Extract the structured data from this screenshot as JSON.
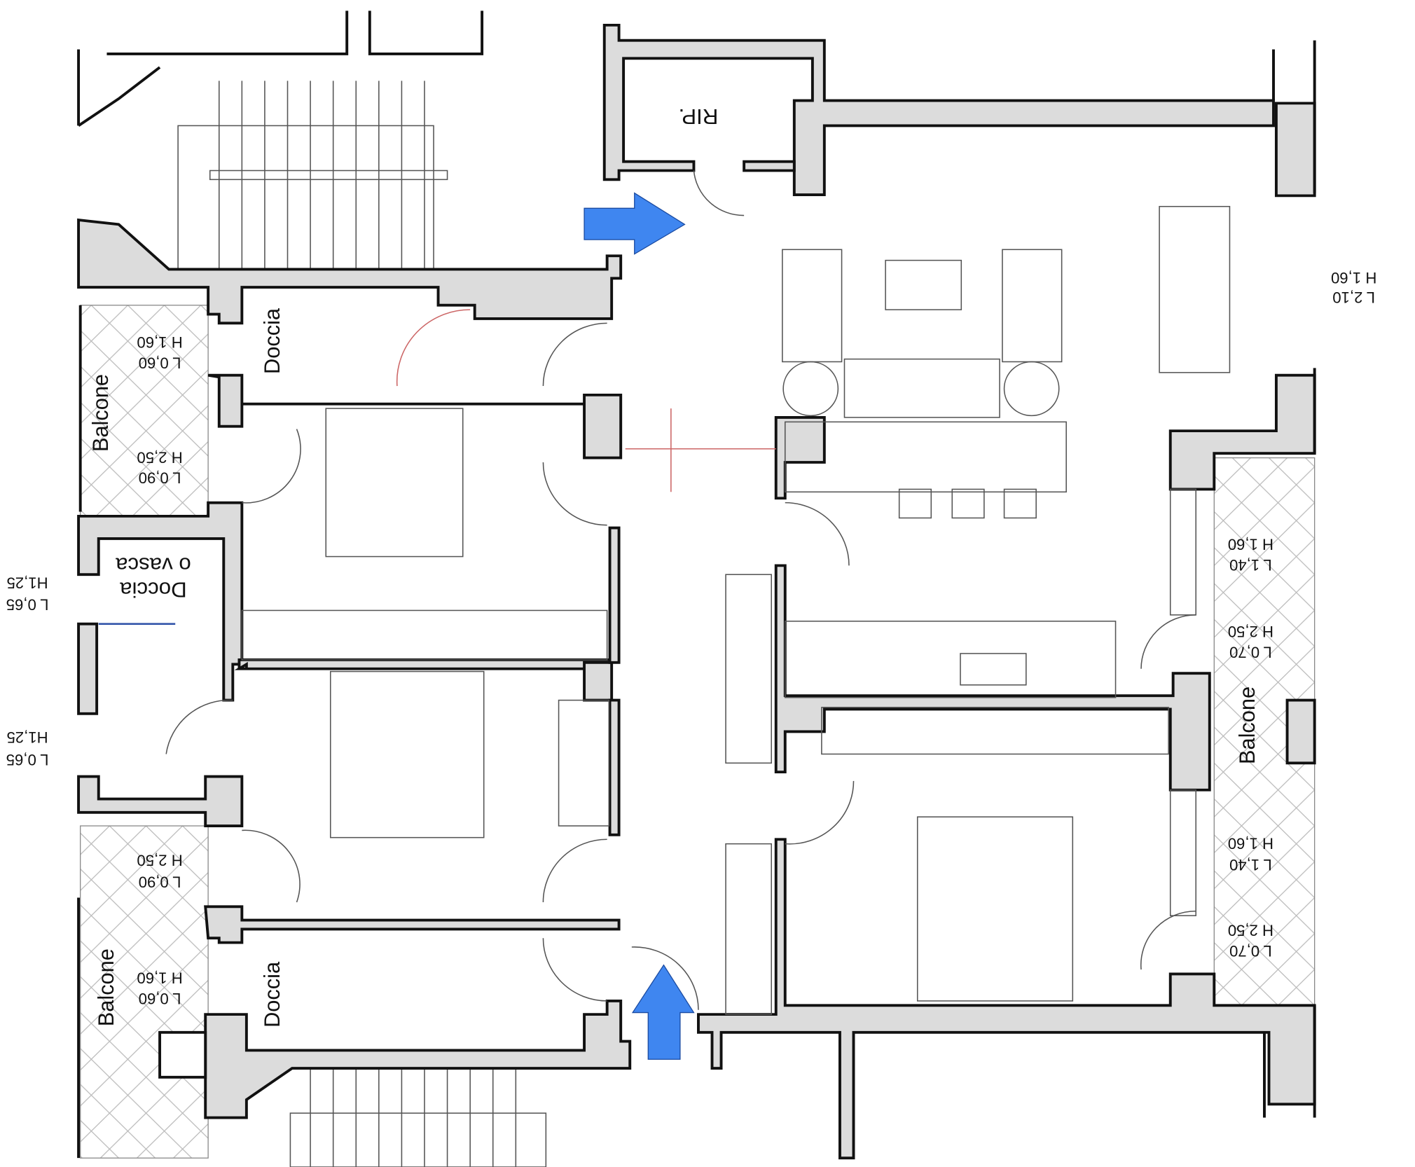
{
  "rooms": {
    "storage": "RIP.",
    "shower_top": "Doccia",
    "shower_bottom": "Doccia",
    "shower_or_tub_line1": "Doccia",
    "shower_or_tub_line2": "o vasca",
    "balcony_left_top": "Balcone",
    "balcony_left_bottom": "Balcone",
    "balcony_right": "Balcone"
  },
  "dimensions": [
    {
      "h": "H 1,60",
      "l": "L 0,60"
    },
    {
      "h": "H 2,50",
      "l": "L 0,90"
    },
    {
      "h": "H1,25",
      "l": "L 0,65"
    },
    {
      "h": "H1,25",
      "l": "L 0,65"
    },
    {
      "h": "H 2,50",
      "l": "L 0,90"
    },
    {
      "h": "H 1,60",
      "l": "L 0,60"
    },
    {
      "h": "H 1,60",
      "l": "L 2,10"
    },
    {
      "h": "H 1,60",
      "l": "L 1,40"
    },
    {
      "h": "H 2,50",
      "l": "L 0,70"
    },
    {
      "h": "H 1,60",
      "l": "L 1,40"
    },
    {
      "h": "H 2,50",
      "l": "L 0,70"
    }
  ],
  "arrows": {
    "color": "#3f86f0",
    "entries": [
      "entrance-right",
      "entrance-up"
    ]
  }
}
